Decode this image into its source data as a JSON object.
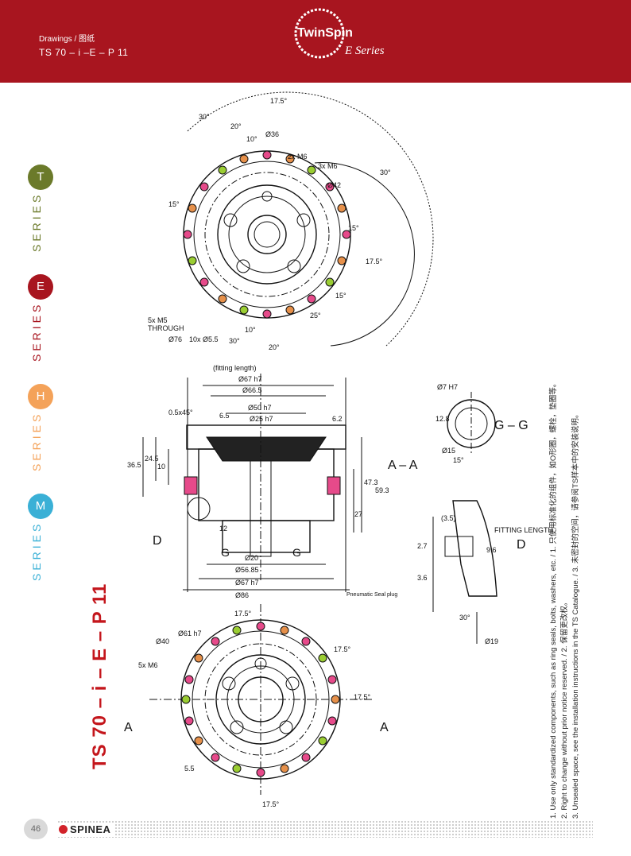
{
  "header": {
    "breadcrumb": "Drawings / 图纸",
    "model": "TS 70 – i –E – P 11",
    "logo_main": "TwinSpin",
    "logo_sub": "E Series",
    "bg_color": "#a8151f"
  },
  "series_nav": [
    {
      "letter": "T",
      "word": "SERIES",
      "color": "#6b7a2a"
    },
    {
      "letter": "E",
      "word": "SERIES",
      "color": "#a8151f"
    },
    {
      "letter": "H",
      "word": "SERIES",
      "color": "#f4a259"
    },
    {
      "letter": "M",
      "word": "SERIES",
      "color": "#3ab0d6"
    }
  ],
  "drawing": {
    "title": "TS 70 – i – E – P 11",
    "dims_top": [
      "17.5°",
      "30°",
      "20°",
      "10°",
      "Ø36",
      "2x M6",
      "3x M6",
      "Ø42",
      "30°",
      "15°",
      "17.5°",
      "15°",
      "20°",
      "10°",
      "30°",
      "25°",
      "15°"
    ],
    "callouts": [
      "5x M5",
      "THROUGH",
      "Ø76",
      "10x Ø5.5"
    ],
    "section_dims": [
      "(fitting length)",
      "Ø67 h7",
      "Ø66.5",
      "Ø50 h7",
      "Ø25 h7",
      "6.5",
      "0.5x45°",
      "6.2",
      "36.5",
      "24.5",
      "10",
      "47.3",
      "59.3",
      "27",
      "12",
      "Ø20",
      "Ø56.85",
      "Ø67 h7",
      "Ø86"
    ],
    "section_labels": {
      "aa": "A – A",
      "d": "D",
      "g1": "G",
      "g2": "G",
      "gg": "G – G",
      "plug": "Pneumatic Seal plug"
    },
    "gg_dims": [
      "Ø7 H7",
      "Ø15",
      "12.8",
      "15°"
    ],
    "d_dims": [
      "(3.5)",
      "2.7",
      "3.6",
      "9.6",
      "FITTING LENGTH",
      "Ø19",
      "30°"
    ],
    "bottom_dims": [
      "Ø40",
      "Ø61 h7",
      "5x M6",
      "17.5°",
      "5.5",
      "17.5°",
      "17.5°",
      "17.5°",
      "A",
      "A"
    ]
  },
  "notes": [
    "1. Use only standardized components, such as ring seals, bolts, washers, etc. / 1. 只使用标准化的组件，如O形圈，螺栓，垫圈等。",
    "2. Right to change without prior notice reserved. / 2. 保留更改权。",
    "3. Unsealed space, see the installation instructions in the TS Catalogue. / 3. 未密封的空间，请参阅TS样本中的安装说明。"
  ],
  "footer": {
    "page": "46",
    "brand": "SPINEA"
  }
}
